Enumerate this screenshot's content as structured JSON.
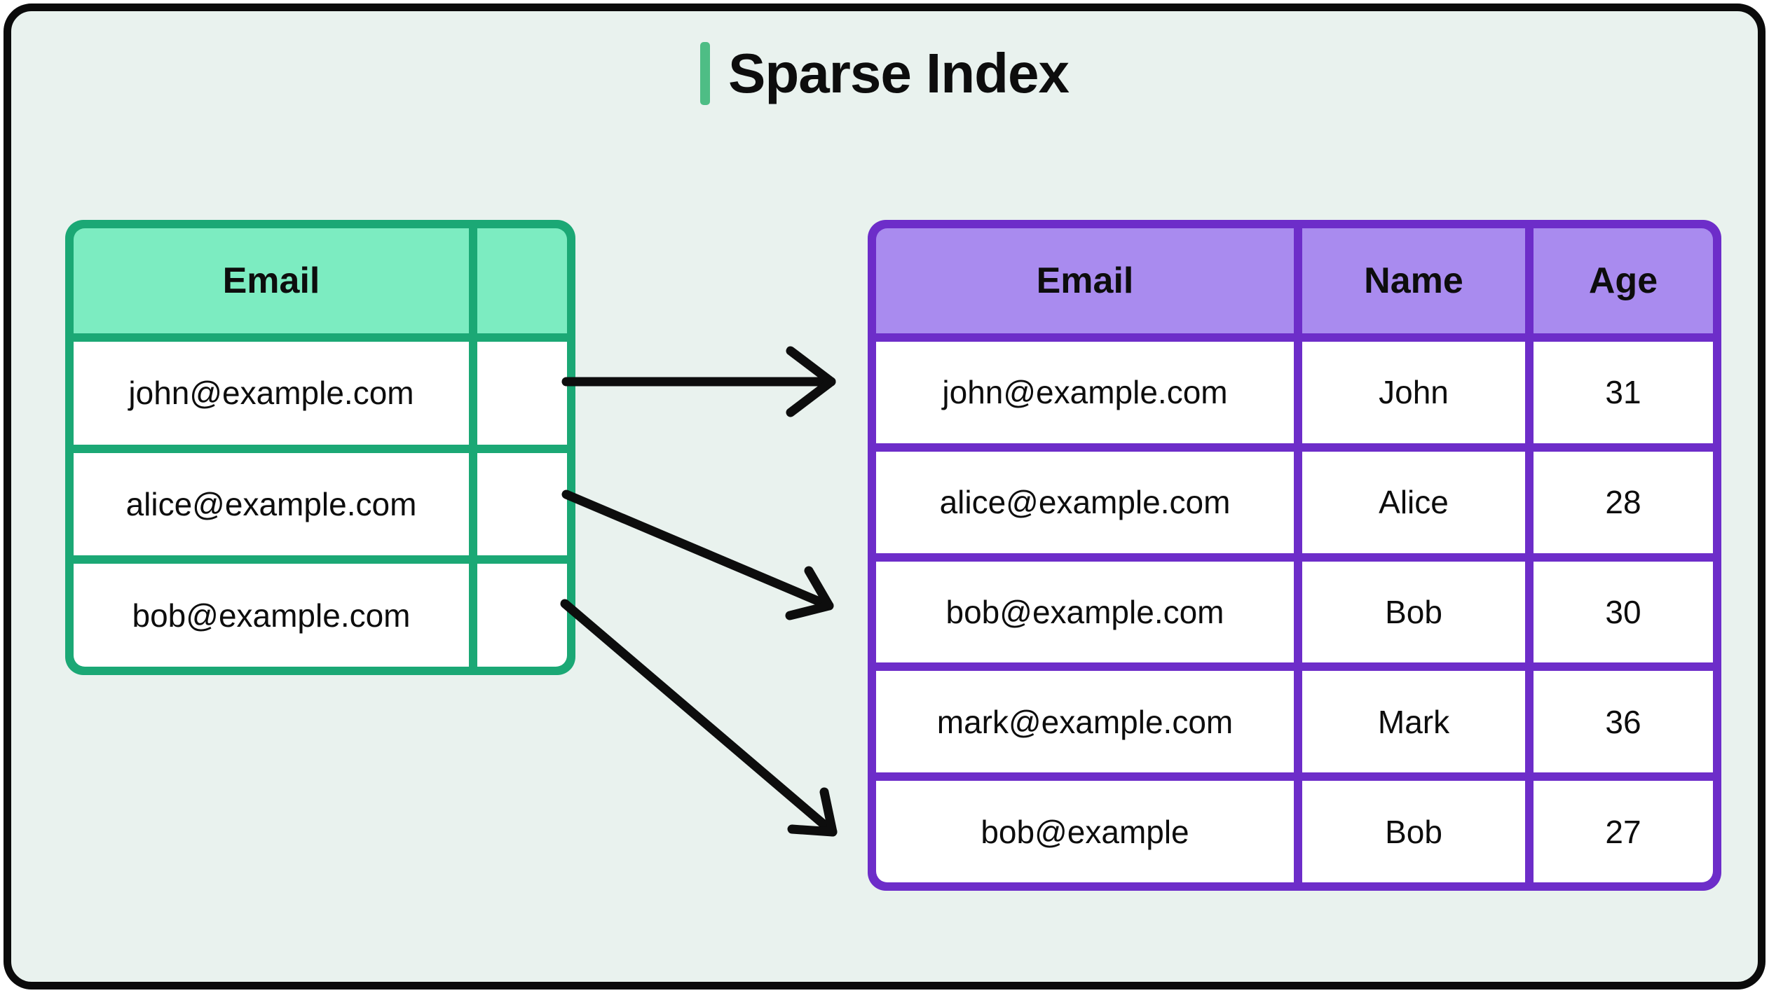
{
  "title": "Sparse Index",
  "index_table": {
    "header": {
      "email": "Email",
      "pointer": ""
    },
    "rows": [
      {
        "email": "john@example.com"
      },
      {
        "email": "alice@example.com"
      },
      {
        "email": "bob@example.com"
      }
    ]
  },
  "data_table": {
    "header": {
      "email": "Email",
      "name": "Name",
      "age": "Age"
    },
    "rows": [
      {
        "email": "john@example.com",
        "name": "John",
        "age": "31"
      },
      {
        "email": "alice@example.com",
        "name": "Alice",
        "age": "28"
      },
      {
        "email": "bob@example.com",
        "name": "Bob",
        "age": "30"
      },
      {
        "email": "mark@example.com",
        "name": "Mark",
        "age": "36"
      },
      {
        "email": "bob@example",
        "name": "Bob",
        "age": "27"
      }
    ]
  },
  "arrows": [
    {
      "from": "index-row-john",
      "to": "data-row-1-john"
    },
    {
      "from": "index-row-alice",
      "to": "data-row-3-bob"
    },
    {
      "from": "index-row-bob",
      "to": "data-row-5-bob"
    }
  ],
  "colors": {
    "canvas_bg": "#e9f2ee",
    "frame": "#0b0b0b",
    "accent_green": "#4ebd85",
    "index_border": "#1ba875",
    "index_header_fill": "#7cecc1",
    "data_border": "#6d2dc9",
    "data_header_fill": "#a98bef",
    "arrow": "#0d0d0d",
    "cell_bg": "#ffffff"
  }
}
